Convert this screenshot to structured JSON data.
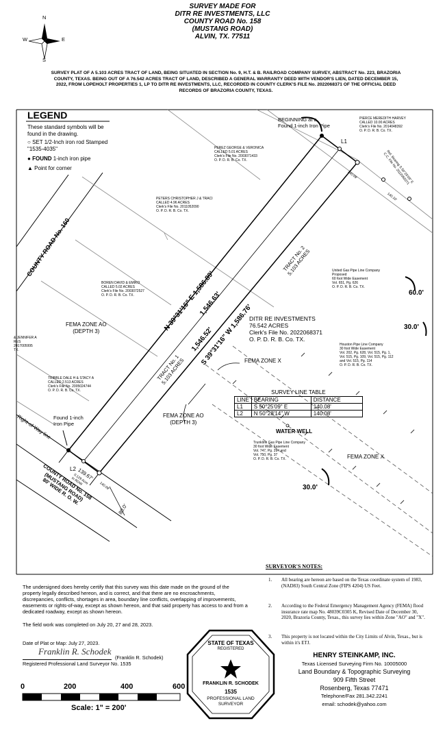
{
  "header": {
    "line1": "SURVEY MADE FOR",
    "line2": "DITR RE INVESTMENTS, LLC",
    "line3": "COUNTY ROAD No. 158",
    "line4": "(MUSTANG ROAD)",
    "line5": "ALVIN, TX. 77511"
  },
  "description": "SURVEY PLAT OF A 5.103 ACRES TRACT OF LAND, BEING SITUATED IN SECTION No. 9, H.T. & B. RAILROAD COMPANY SURVEY, ABSTRACT No. 223, BRAZORIA COUNTY, TEXAS. BEING OUT OF A 76.542 ACRES TRACT OF LAND, DESCRIBED A GENERAL WARRANTY DEED WITH VENDOR'S LIEN, DATED DECEMBER 15, 2022, FROM LOPEHOLT PROPERTIES 1, LP TO DITR RE INVESTMENTS, LLC, RECORDED IN COUNTY CLERK'S FILE No. 2022068371 OF THE OFFICIAL DEED RECORDS OF BRAZORIA COUNTY, TEXAS.",
  "compass": {
    "n": "N",
    "s": "S",
    "e": "E",
    "w": "W"
  },
  "legend": {
    "title": "LEGEND",
    "intro": "These standard symbols will be found in the drawing.",
    "item1": "SET 1/2-Inch iron rod Stamped \"1535-4035\"",
    "item2a": "FOUND",
    "item2b": " 1-inch iron pipe",
    "item3": "Point for corner"
  },
  "map": {
    "county_road_160": "COUNTY ROAD No. 160",
    "beginning": "BEGINNING at a Found 1-inch Iron Pipe",
    "l1": "L1",
    "l2": "L2",
    "ref_bearing": "Ref. Bearing S 50°25'09\" E",
    "ref_file": "C.C. File No. 2022068371",
    "harvey": "PIERCE MEREDITH HARVEY\nCALLED 10.00 ACRES\nClerk's File No. 2014048392\nO. P. D. R. B. Co. TX.",
    "perez": "PEREZ GEORGE & VERONICA\nCALLED 5.01 ACRES\nClerk's File No. 2003071433\nO. P. D. R. B. Co. TX.",
    "peters": "PETERS CHRISTOPHER J & TRACI\nCALLED 4.96 ACRES\nClerk's File No. 2011052090\nO. P. D. R. B. Co. TX.",
    "boren": "BOREN DAVID & EMIKO\nCALLED 5.02 ACRES\nClerk's File No. 2003072527\nO. P. D. R. B. Co. TX.",
    "jennifer": "& JENNIFER A\nRES\n2017005995\nTX.",
    "tribble": "TRIBBLE DALE H & STACY A\nCALLED 2.513 ACRES\nClerk's File No. 2005024744\nO. P. D. R. B. Co. TX.",
    "fema_ao_1": "FEMA ZONE AO\n(DEPTH 3)",
    "fema_ao_2": "FEMA ZONE AO\n(DEPTH 3)",
    "fema_x_1": "FEMA ZONE X",
    "fema_x_2": "FEMA ZONE X",
    "ditr": "DITR RE INVESTMENTS\n76.542 ACRES\nClerk's File No. 2022068371\nO. P. D. R. B. Co. TX.",
    "tract1": "TRACT No. 1\n5.103 ACRES",
    "tract2": "TRACT No. 2\n5.103 ACRES",
    "bearing_w": "N 39°31'16\" E  1,586.89'",
    "dist_1546_63": "1,546.63'",
    "dist_1546_52": "1,546.52'",
    "bearing_e": "S 39°31'16\" W  1,586.76'",
    "d140_09_top": "140.09'",
    "d140_10": "140.10'",
    "d140_09_bot": "140.09'",
    "d139_67": "139.67'",
    "row_note": "0.129 Acre\nIn ROW",
    "rw_line": "Right-of-Way line",
    "found_pipe": "Found 1-inch\nIron Pipe",
    "cr158": "COUNTY ROAD No. 158\n(MUSTANG ROAD)\n80' WIDE R. O. W.",
    "d80": "80.0'",
    "ugp": "United Gas Pipe Line Company\nProposed\n60 foot Wide Easement\nVol. 651, Pg. 626\nO. P. D. R. B. Co. TX.",
    "d60": "60.0'",
    "houston": "Houston Pipe Line Company\n30 foot Wide Easement\nVol. 202, Pg. 628, Vol. 515, Pg. 1,\nVol. 515, Pg. 109, Vol. 515, Pg. 112\nand Vol. 515, Pg. 114\nO. P. D. R. B. Co. TX.",
    "d30_top": "30.0'",
    "trunkline": "Trunkline Gas Pipe Line Company\n30 foot Wide Easement\nVol. 747, Pg. 294 and\nVol. 750, Pg. 37\nO. P. D. R. B. Co. TX.",
    "d30_bot": "30.0'",
    "water_well": "WATER WELL",
    "survey_table": {
      "title": "SURVEY LINE TABLE",
      "headers": [
        "LINE",
        "BEARING",
        "DISTANCE"
      ],
      "rows": [
        [
          "L1",
          "S 50°25'09\" E",
          "140.08'"
        ],
        [
          "L2",
          "N 50°28'14\" W",
          "140.08'"
        ]
      ]
    }
  },
  "certification": {
    "text": "The undersigned does hereby certify that this survey was this date made on the ground of the property legally described hereon, and is correct, and that there are no encroachments, discrepancies, conflicts, shortages in area, boundary line conflicts, overlapping of improvements, easements or rights-of-way, except as shown hereon, and that said property has access to and from a dedicated roadway, except as shown hereon.",
    "field_work": "The field work was completed on July 20, 27 and 28, 2023.",
    "date_plat": "Date of Plat or Map: July 27, 2023.",
    "signature": "Franklin R. Schodek",
    "name": "(Franklin R. Schodek)",
    "reg": "Registered Professional Land Surveyor No. 1535"
  },
  "scale": {
    "t0": "0",
    "t200": "200",
    "t400": "400",
    "t600": "600",
    "label": "Scale: 1\" = 200'"
  },
  "notes": {
    "title": "SURVEYOR'S NOTES:",
    "n1num": "1.",
    "n1": "All bearing are hereon are based on the Texas coordinate system of 1983, (NAD83) South Central Zone (FIPS 4204) US Feet.",
    "n2num": "2.",
    "n2": "According to the Federal Emergency Management Agency (FEMA) flood insurance rate map No. 48039C0305 K, Revised Date of December 30, 2020, Brazoria County, Texas., this survey lies within Zone \"AO\" and \"X\".",
    "n3num": "3.",
    "n3": "This property is not located within the City Limits of Alvin, Texas., but is within it's ETJ."
  },
  "seal": {
    "top": "STATE OF TEXAS",
    "reg": "REGISTERED",
    "name": "FRANKLIN R. SCHODEK",
    "num": "1535",
    "bottom": "PROFESSIONAL LAND SURVEYOR"
  },
  "firm": {
    "name": "HENRY STEINKAMP, INC.",
    "l1": "Texas Licensed Surveying Firm No. 10005000",
    "l2": "Land Boundary & Topographic Surveying",
    "l3": "909 Fifth Street",
    "l4": "Rosenberg, Texas 77471",
    "l5": "Telephone/Fax 281.342.2241",
    "l6": "email: schodek@yahoo.com"
  }
}
